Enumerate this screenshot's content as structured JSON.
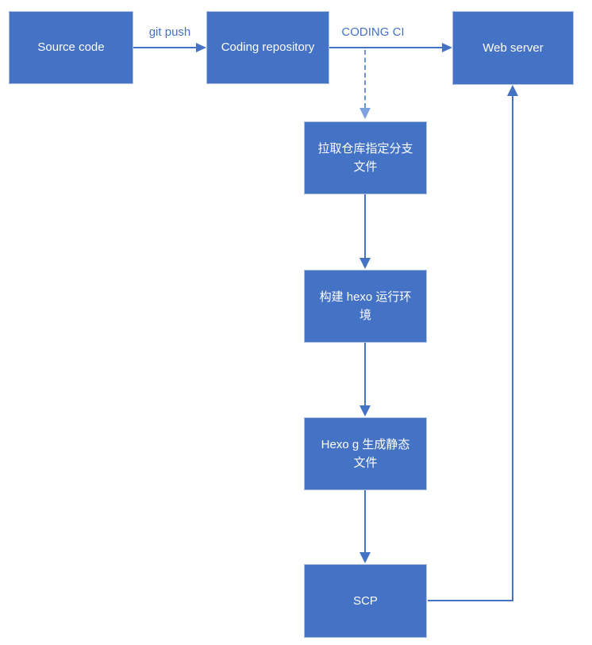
{
  "diagram": {
    "type": "flowchart",
    "colors": {
      "node_fill": "#4472C4",
      "node_border": "#AFBEDD",
      "node_text": "#FFFFFF",
      "arrow": "#4472C4",
      "dashed_arrow": "#6B93D6",
      "dashed_arrowhead": "#7DA2DD",
      "edge_label_text": "#4472C4",
      "background": "#FFFFFF"
    },
    "nodes": [
      {
        "id": "source-code",
        "label": "Source code"
      },
      {
        "id": "coding-repository",
        "label": "Coding repository"
      },
      {
        "id": "web-server",
        "label": "Web server"
      },
      {
        "id": "pull-branch",
        "label": "拉取仓库指定分支文件"
      },
      {
        "id": "build-hexo",
        "label": "构建 hexo 运行环境"
      },
      {
        "id": "hexo-generate",
        "label": "Hexo g 生成静态文件"
      },
      {
        "id": "scp",
        "label": "SCP"
      }
    ],
    "edges": [
      {
        "from": "source-code",
        "to": "coding-repository",
        "label": "git push",
        "style": "solid",
        "route": "straight-right"
      },
      {
        "from": "coding-repository",
        "to": "web-server",
        "label": "CODING CI",
        "style": "solid",
        "route": "straight-right"
      },
      {
        "from": "coding-ci-edge",
        "to": "pull-branch",
        "label": "",
        "style": "dashed",
        "route": "straight-down"
      },
      {
        "from": "pull-branch",
        "to": "build-hexo",
        "label": "",
        "style": "solid",
        "route": "straight-down"
      },
      {
        "from": "build-hexo",
        "to": "hexo-generate",
        "label": "",
        "style": "solid",
        "route": "straight-down"
      },
      {
        "from": "hexo-generate",
        "to": "scp",
        "label": "",
        "style": "solid",
        "route": "straight-down"
      },
      {
        "from": "scp",
        "to": "web-server",
        "label": "",
        "style": "solid",
        "route": "right-then-up"
      }
    ]
  }
}
